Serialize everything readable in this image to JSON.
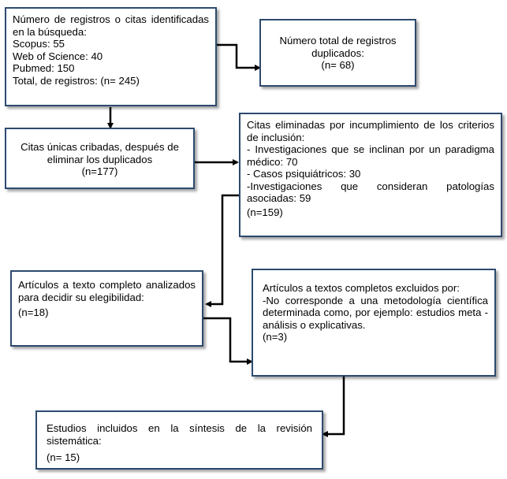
{
  "boxes": {
    "identified": {
      "intro": "Número de registros o citas identificadas en la búsqueda:",
      "lines": [
        "Scopus: 55",
        "Web of Science: 40",
        "Pubmed: 150",
        "Total, de registros: (n= 245)"
      ]
    },
    "duplicates": {
      "text": "Número total de registros duplicados:",
      "count": "(n= 68)"
    },
    "screened": {
      "text": "Citas únicas cribadas, después de eliminar los duplicados",
      "count": "(n=177)"
    },
    "eliminated": {
      "intro": "Citas eliminadas por incumplimiento de los criterios de inclusión:",
      "items": [
        "- Investigaciones que se inclinan por un paradigma médico: 70",
        "- Casos psiquiátricos: 30",
        "-Investigaciones que consideran patologías asociadas: 59"
      ],
      "count": "(n=159)"
    },
    "fulltext": {
      "text": "Artículos a texto completo analizados para decidir su elegibilidad:",
      "count": "(n=18)"
    },
    "excluded": {
      "intro": "Artículos a textos completos excluidos por:",
      "reason": "-No corresponde a una metodología científica determinada como, por ejemplo: estudios meta -análisis o explicativas.",
      "count": "(n=3)"
    },
    "included": {
      "text": "Estudios incluidos en la síntesis de la revisión sistemática:",
      "count": "(n= 15)"
    }
  },
  "colors": {
    "border": "#2d4a6e",
    "arrow": "#000000"
  }
}
